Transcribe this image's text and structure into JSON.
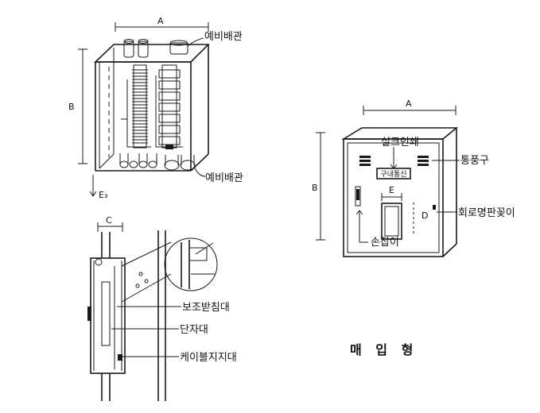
{
  "labels": {
    "spare_pipe_top": "예비배관",
    "spare_pipe_bottom": "예비배관",
    "ground": "E₃",
    "dim_a_left": "A",
    "dim_b_left": "B",
    "dim_c": "C",
    "aux_support": "보조받침대",
    "terminal": "단자대",
    "cable_support": "케이블지지대",
    "dim_a_right": "A",
    "dim_b_right": "B",
    "dim_d": "D",
    "dim_e": "E",
    "seal_print": "실크인쇄",
    "vent": "통풍구",
    "circuit_plate": "회로명판꽂이",
    "handle": "손잡이",
    "nameplate": "구내통신",
    "title": "매 입 형"
  }
}
